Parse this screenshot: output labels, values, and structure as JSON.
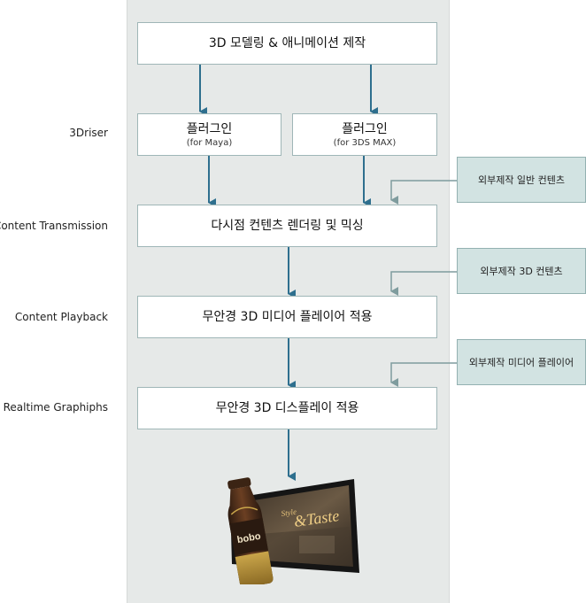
{
  "row_labels": {
    "r1": "3Driser",
    "r2": "Content Transmission",
    "r3": "Content Playback",
    "r4": "Realtime Graphiphs"
  },
  "boxes": {
    "modeling": "3D 모델링 & 애니메이션 제작",
    "plugin_maya": {
      "title": "플러그인",
      "sub": "(for Maya)"
    },
    "plugin_max": {
      "title": "플러그인",
      "sub": "(for 3DS MAX)"
    },
    "rendering": "다시점 컨텐츠 렌더링 및 믹싱",
    "player": "무안경 3D 미디어 플레이어 적용",
    "display": "무안경 3D 디스플레이 적용"
  },
  "external": {
    "general": "외부제작 일반 컨텐츠",
    "content3d": "외부제작 3D 컨텐츠",
    "player": "외부제작 미디어 플레이어"
  },
  "product": {
    "tv_text_1": "Style",
    "tv_text_2": "&Taste",
    "bottle_text": "bobo"
  },
  "colors": {
    "arrow_main": "#2e6f8e",
    "arrow_ext": "#7f9c9e",
    "panel": "#e6e9e8",
    "ext_box": "#d2e3e2"
  }
}
